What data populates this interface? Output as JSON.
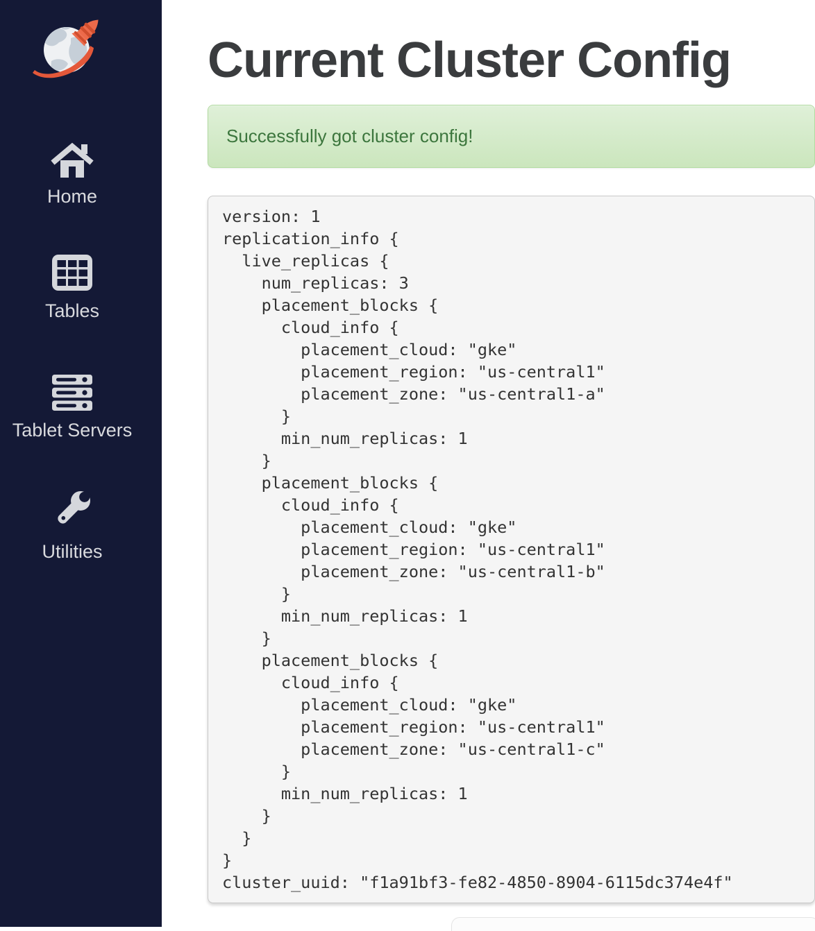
{
  "sidebar": {
    "logo": "yugabyte-rocket-globe-logo",
    "items": [
      {
        "label": "Home",
        "icon": "home-icon"
      },
      {
        "label": "Tables",
        "icon": "tables-icon"
      },
      {
        "label": "Tablet Servers",
        "icon": "tablet-servers-icon"
      },
      {
        "label": "Utilities",
        "icon": "utilities-wrench-icon"
      }
    ]
  },
  "main": {
    "title": "Current Cluster Config",
    "alert": {
      "message": "Successfully got cluster config!"
    },
    "config_text": "version: 1\nreplication_info {\n  live_replicas {\n    num_replicas: 3\n    placement_blocks {\n      cloud_info {\n        placement_cloud: \"gke\"\n        placement_region: \"us-central1\"\n        placement_zone: \"us-central1-a\"\n      }\n      min_num_replicas: 1\n    }\n    placement_blocks {\n      cloud_info {\n        placement_cloud: \"gke\"\n        placement_region: \"us-central1\"\n        placement_zone: \"us-central1-b\"\n      }\n      min_num_replicas: 1\n    }\n    placement_blocks {\n      cloud_info {\n        placement_cloud: \"gke\"\n        placement_region: \"us-central1\"\n        placement_zone: \"us-central1-c\"\n      }\n      min_num_replicas: 1\n    }\n  }\n}\ncluster_uuid: \"f1a91bf3-fe82-4850-8904-6115dc374e4f\""
  },
  "colors": {
    "sidebar_bg": "#141936",
    "sidebar_text": "#d9dade",
    "accent_orange": "#ed6a4a",
    "alert_bg_top": "#dff0d8",
    "alert_bg_bottom": "#cbe6bd",
    "alert_border": "#b2dba1",
    "alert_text": "#3c763d",
    "pre_bg": "#f5f5f5",
    "pre_border": "#c9c9c9",
    "title_text": "#3a3c3e"
  }
}
